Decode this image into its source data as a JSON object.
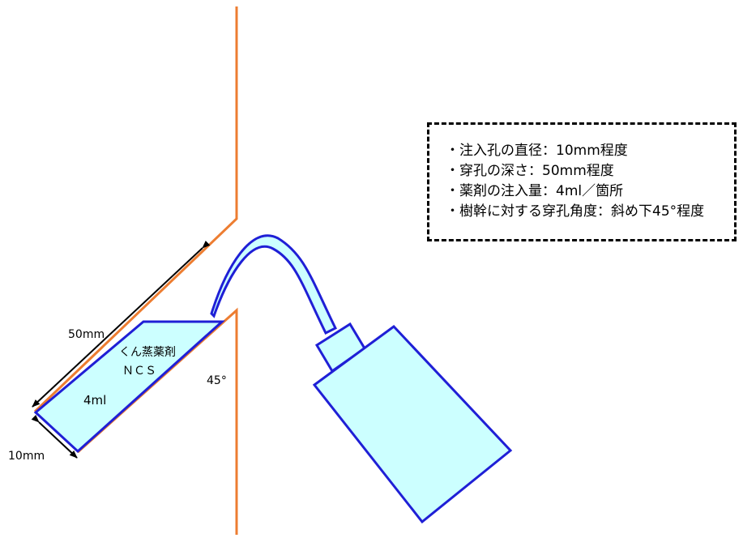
{
  "labels": {
    "length_50": "50mm",
    "width_10": "10mm",
    "agent_line1": "くん蒸薬剤",
    "agent_line2": "ＮＣＳ",
    "volume": "4ml",
    "angle": "45°"
  },
  "notes": [
    "・注入孔の直径：10mm程度",
    "・穿孔の深さ：50mm程度",
    "・薬剤の注入量：4ml／箇所",
    "・樹幹に対する穿孔角度：斜め下45°程度"
  ],
  "colors": {
    "trunk": "#ED7D31",
    "bottle_stroke": "#1F1FD6",
    "bottle_fill": "#CCFFFF",
    "hole_fill": "#CCFFFF",
    "arrow": "#000000",
    "legend_border": "#000000"
  }
}
